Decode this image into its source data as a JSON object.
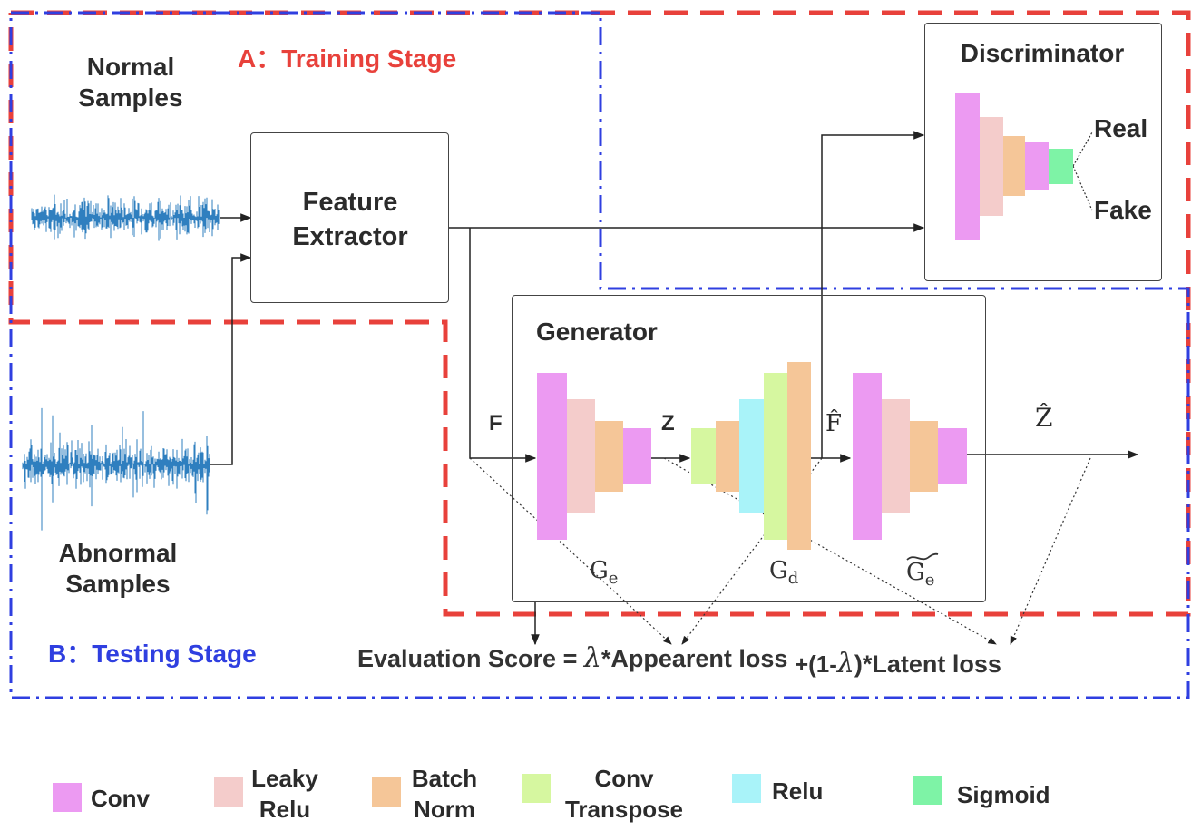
{
  "stages": {
    "training": "A：Training Stage",
    "testing": "B：Testing Stage"
  },
  "samples": {
    "normal": [
      "Normal",
      "Samples"
    ],
    "abnormal": [
      "Abnormal",
      "Samples"
    ]
  },
  "feature_extractor": [
    "Feature",
    "Extractor"
  ],
  "discriminator": {
    "title": "Discriminator",
    "real": "Real",
    "fake": "Fake"
  },
  "generator": {
    "title": "Generator",
    "ge": "G",
    "ge_sub": "e",
    "gd": "G",
    "gd_sub": "d",
    "ge_tilde": "G",
    "ge_tilde_sub": "e"
  },
  "signals": {
    "f": "F",
    "z": "Z",
    "f_hat": "F̂",
    "z_hat": "Ẑ"
  },
  "evaluation": {
    "prefix": "Evaluation Score = ",
    "lambda": "λ",
    "apparent": "*Appearent loss",
    "plus": "+(1-",
    "latent": ")*Latent loss"
  },
  "legend": [
    {
      "label": [
        "Conv"
      ],
      "color": "#ec9af2"
    },
    {
      "label": [
        "Leaky",
        "Relu"
      ],
      "color": "#f4cccb"
    },
    {
      "label": [
        "Batch",
        "Norm"
      ],
      "color": "#f5c698"
    },
    {
      "label": [
        "Conv",
        "Transpose"
      ],
      "color": "#d6f7a0"
    },
    {
      "label": [
        "Relu"
      ],
      "color": "#a9f3f9"
    },
    {
      "label": [
        "Sigmoid"
      ],
      "color": "#7ef3a6"
    }
  ],
  "colors": {
    "training_border": "#e8413b",
    "testing_border": "#2f3fe0",
    "conv": "#ec9af2",
    "leaky_relu": "#f4cccb",
    "batch_norm": "#f5c698",
    "conv_transpose": "#d6f7a0",
    "relu": "#a9f3f9",
    "sigmoid": "#7ef3a6",
    "waveform": "#2f7fbf"
  }
}
